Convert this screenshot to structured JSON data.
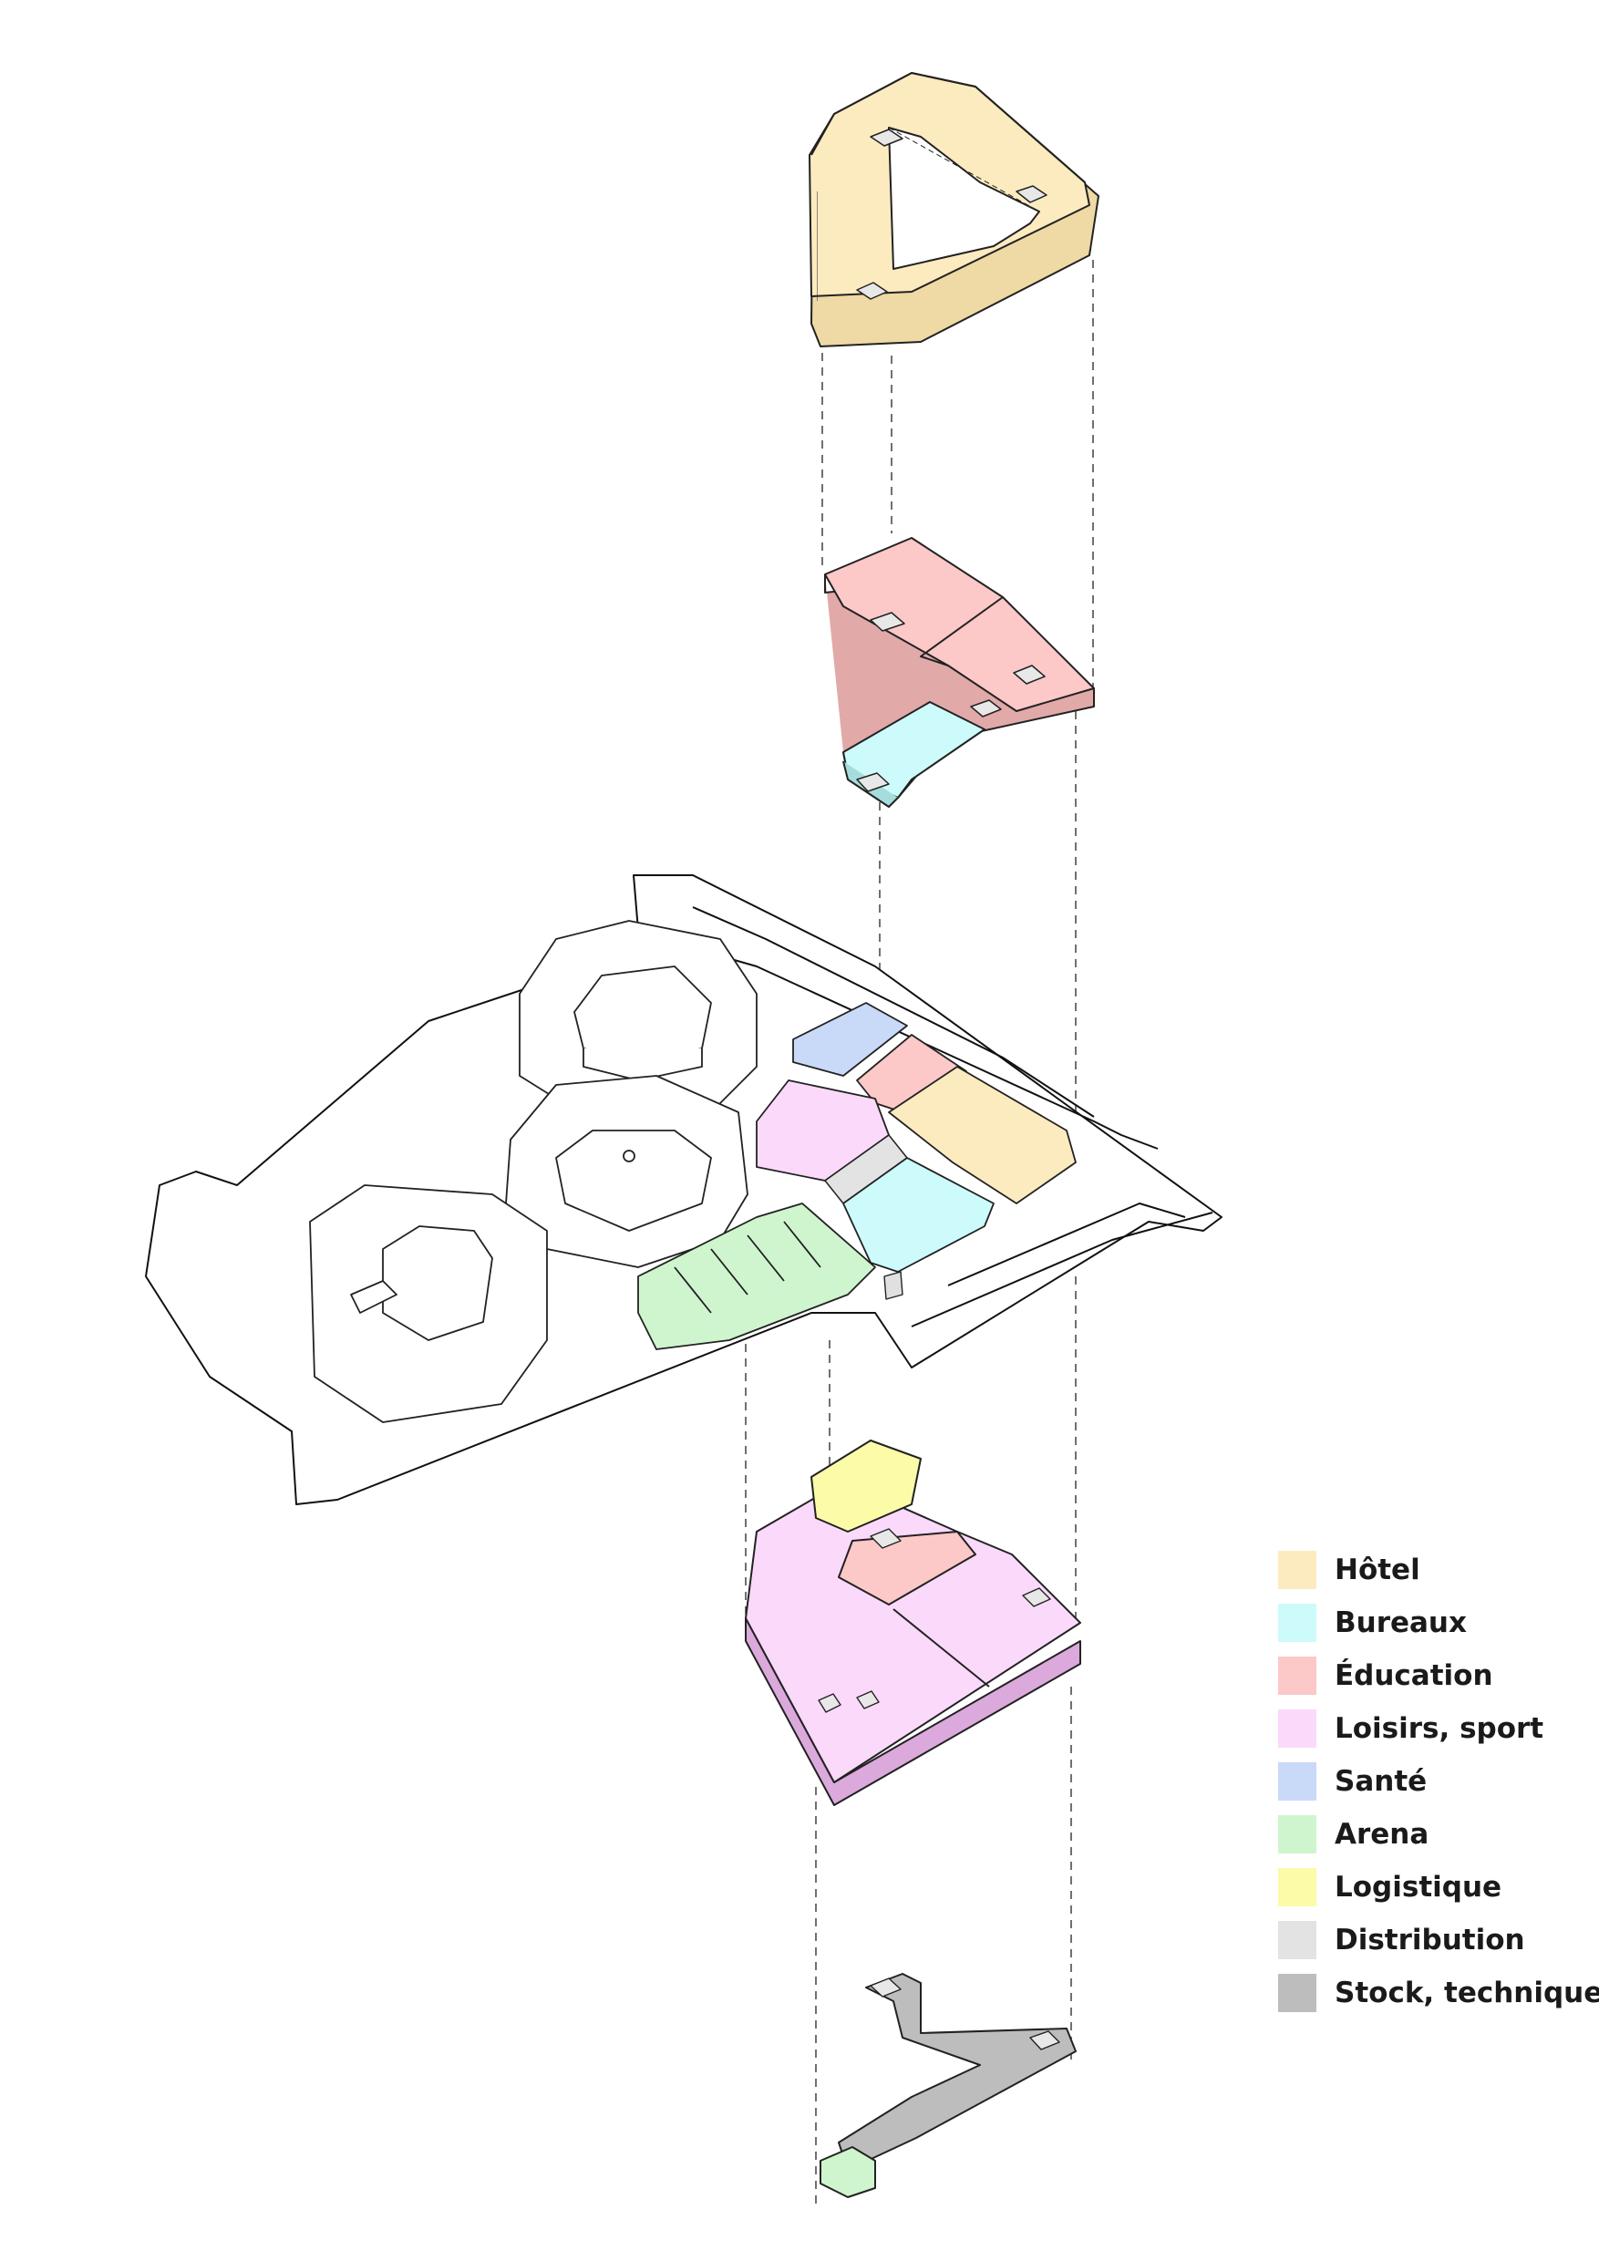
{
  "colors": {
    "hotel": "#fdebc0",
    "bureaux": "#cdfbfb",
    "education": "#fcc8c8",
    "loisirs": "#fbd9fb",
    "sante": "#c9d9f8",
    "arena": "#cff5cf",
    "logistique": "#fbfba8",
    "distribution": "#e3e3e3",
    "stock": "#bdbdbd"
  },
  "legend": {
    "items": [
      {
        "key": "hotel",
        "label": "Hôtel",
        "color": "#fdebc0"
      },
      {
        "key": "bureaux",
        "label": "Bureaux",
        "color": "#cdfbfb"
      },
      {
        "key": "education",
        "label": "Éducation",
        "color": "#fcc8c8"
      },
      {
        "key": "loisirs",
        "label": "Loisirs, sport",
        "color": "#fbd9fb"
      },
      {
        "key": "sante",
        "label": "Santé",
        "color": "#c9d9f8"
      },
      {
        "key": "arena",
        "label": "Arena",
        "color": "#cff5cf"
      },
      {
        "key": "logistique",
        "label": "Logistique",
        "color": "#fbfba8"
      },
      {
        "key": "distribution",
        "label": "Distribution",
        "color": "#e3e3e3"
      },
      {
        "key": "stock",
        "label": "Stock, technique",
        "color": "#bdbdbd"
      }
    ]
  }
}
